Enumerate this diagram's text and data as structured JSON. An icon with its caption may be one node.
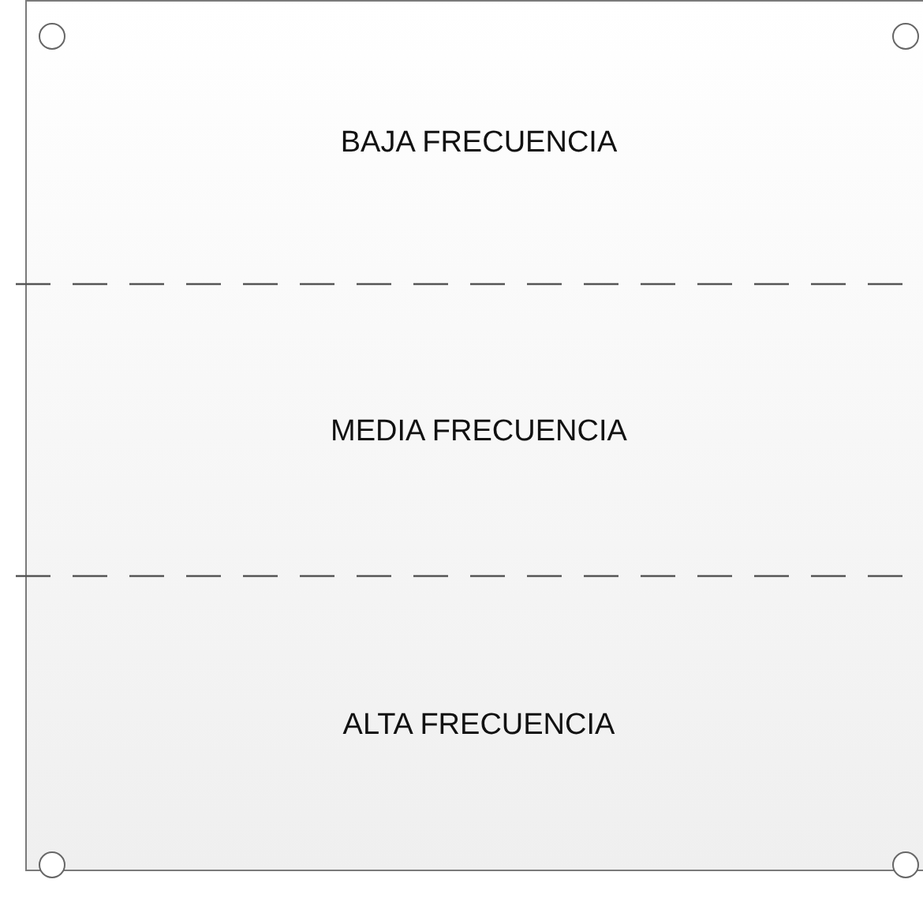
{
  "diagram": {
    "nodes": [
      {
        "text": [],
        "shape": "box"
      },
      {
        "text": [
          "BAJA FRECUENCIA"
        ],
        "in": 0
      },
      {
        "text": [
          "MEDIA FRECUENCIA"
        ],
        "in": 0
      },
      {
        "text": [
          "ALTA FRECUENCIA"
        ],
        "in": 0
      }
    ]
  }
}
